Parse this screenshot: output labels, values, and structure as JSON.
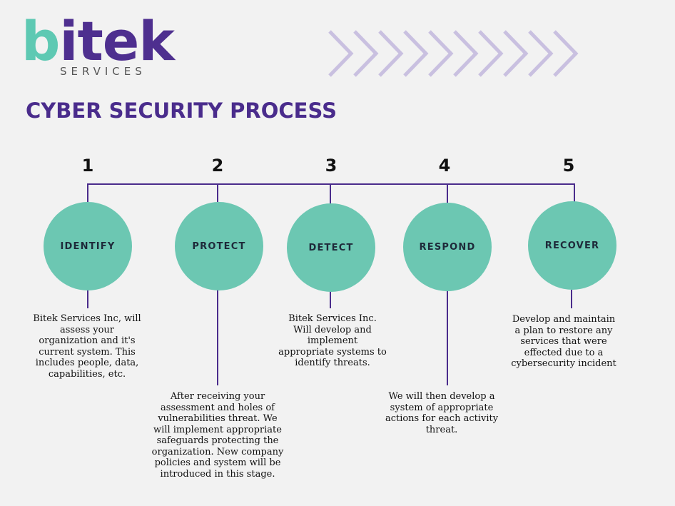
{
  "logo": {
    "word_b": "b",
    "word_rest": "itek",
    "tagline": "SERVICES"
  },
  "decor": {
    "chevron_icon": "chevron-right-icon",
    "chevron_color": "#c9c0e0"
  },
  "title": "CYBER SECURITY PROCESS",
  "colors": {
    "accent_purple": "#4a2c8c",
    "circle_teal": "#6cc7b2",
    "line": "#4a2c8c"
  },
  "steps": [
    {
      "number": "1",
      "label": "IDENTIFY",
      "description": "Bitek Services Inc, will assess your organization and it's current system.  This includes people, data, capabilities, etc."
    },
    {
      "number": "2",
      "label": "PROTECT",
      "description": "After receiving your assessment and holes of vulnerabilities threat. We will implement appropriate safeguards protecting the organization. New company policies and system will be introduced in this stage."
    },
    {
      "number": "3",
      "label": "DETECT",
      "description": "Bitek Services Inc. Will develop and implement appropriate systems to identify threats."
    },
    {
      "number": "4",
      "label": "RESPOND",
      "description": "We will then develop a system of appropriate actions for each activity threat."
    },
    {
      "number": "5",
      "label": "RECOVER",
      "description": "Develop and maintain a plan to restore any services that were effected due to a cybersecurity incident"
    }
  ]
}
